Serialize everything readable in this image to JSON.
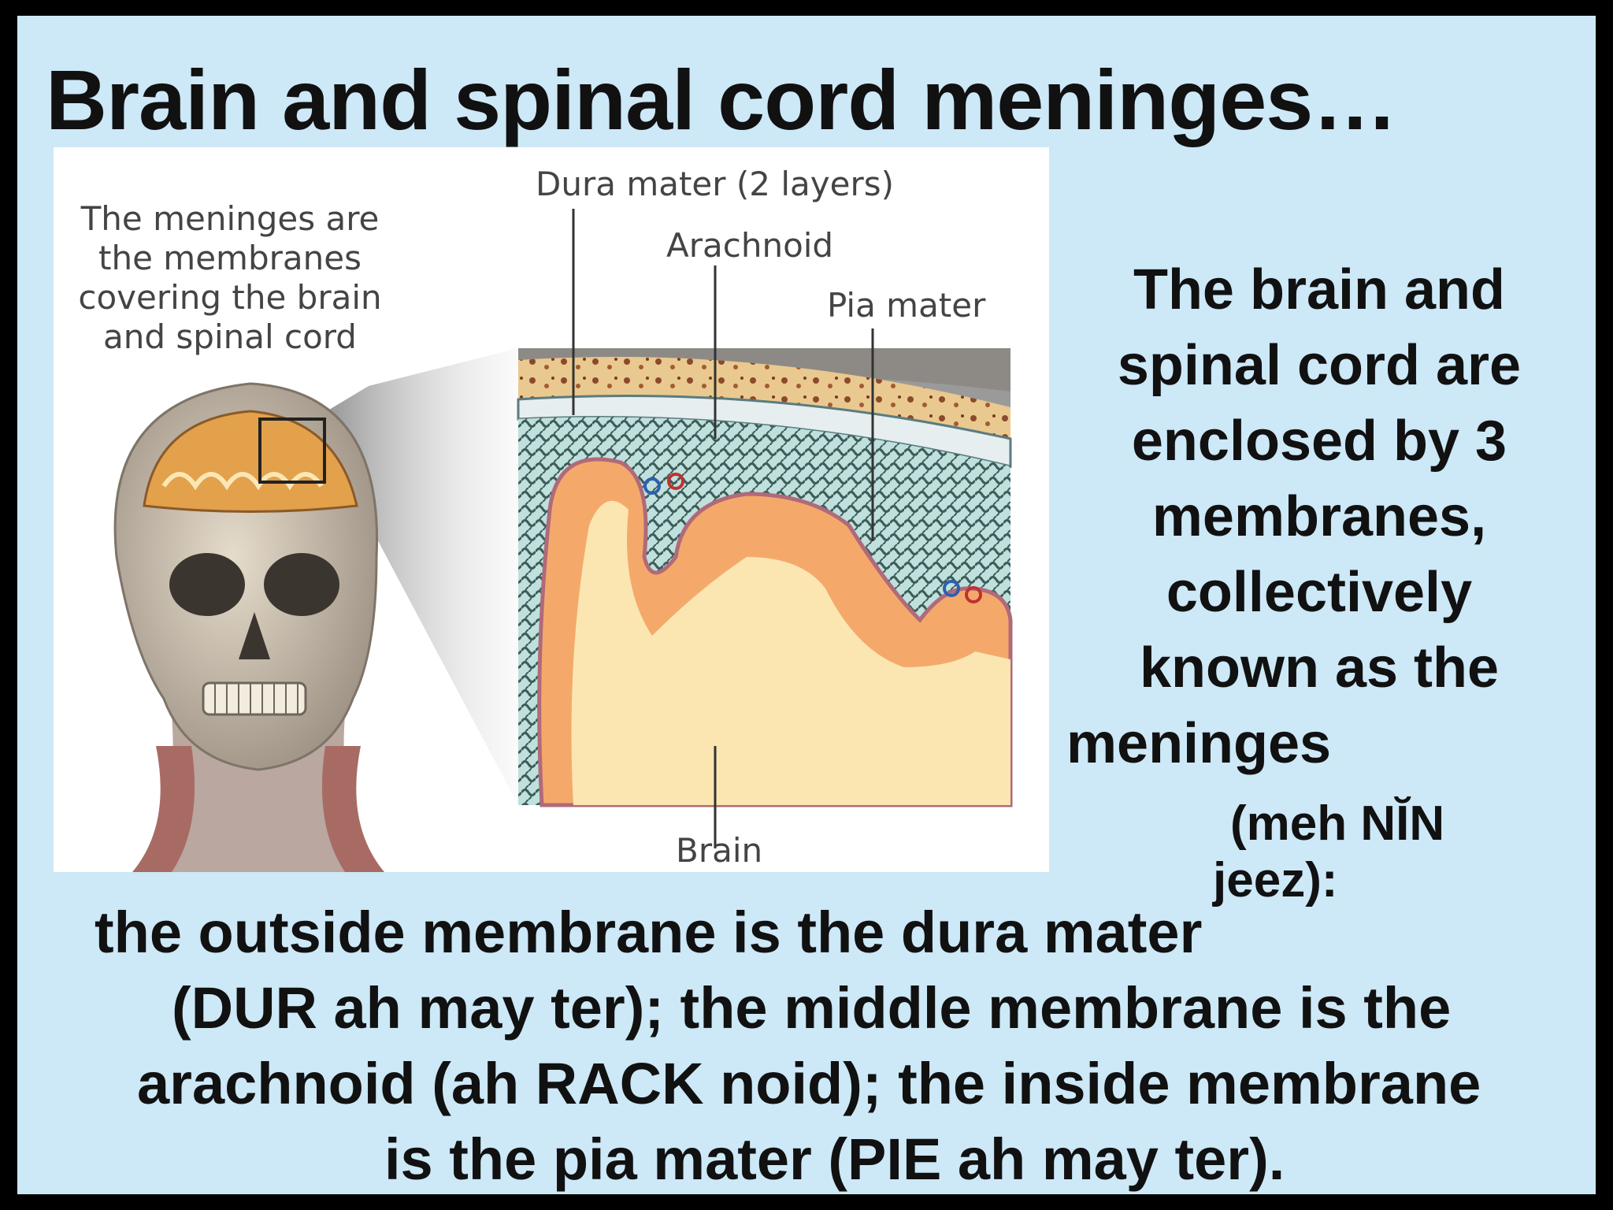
{
  "slide": {
    "title": "Brain and spinal cord meninges…"
  },
  "figure": {
    "caption": "The meninges are the membranes covering the brain and spinal cord",
    "labels": {
      "dura": "Dura mater (2 layers)",
      "arachnoid": "Arachnoid",
      "pia": "Pia mater",
      "brain": "Brain"
    }
  },
  "right_text": {
    "lines": [
      "The brain and",
      "spinal cord are",
      "enclosed by 3",
      "membranes,",
      "collectively",
      "known as the",
      "meninges"
    ],
    "pronunciation_1": "(meh NĬN",
    "pronunciation_2": "jeez):"
  },
  "bottom_text": {
    "lines": [
      "the outside membrane is the dura mater",
      "(DUR ah may ter);  the middle membrane is the",
      "arachnoid (ah RACK noid);  the inside membrane",
      "is the pia mater (PIE ah may ter)."
    ]
  },
  "colors": {
    "background": "#cde8f7",
    "border": "#000000",
    "text": "#111111"
  }
}
